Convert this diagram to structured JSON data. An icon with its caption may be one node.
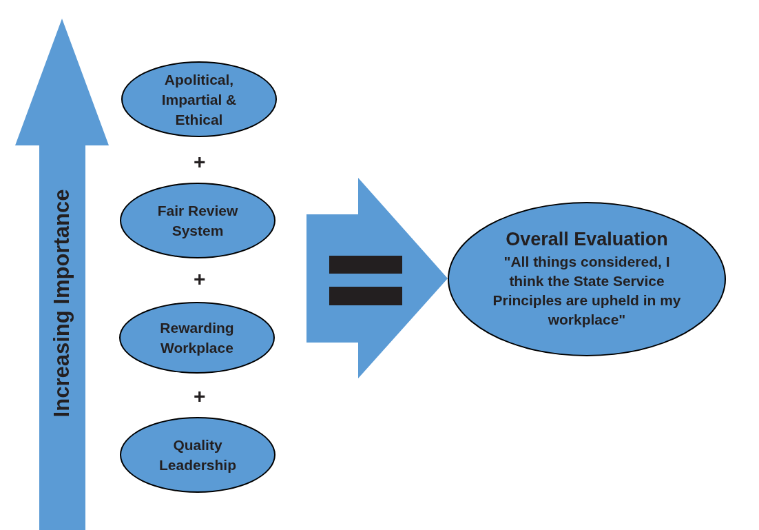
{
  "diagram": {
    "nodes": [
      {
        "text": [
          "Apolitical, Impartial & Ethical"
        ]
      },
      {
        "text": [
          "Fair Review System"
        ]
      },
      {
        "text": [
          "Rewarding Workplace"
        ]
      },
      {
        "text": [
          "Quality Leadership"
        ]
      },
      {
        "text": [
          "Overall Evaluation",
          "\"All things considered, I think the State Service Principles are upheld in my workplace\""
        ]
      }
    ],
    "edges": [
      {
        "from": null,
        "to": 4,
        "arrow": "to"
      }
    ],
    "labels": [
      "Increasing Importance",
      "+",
      "+",
      "+"
    ]
  }
}
